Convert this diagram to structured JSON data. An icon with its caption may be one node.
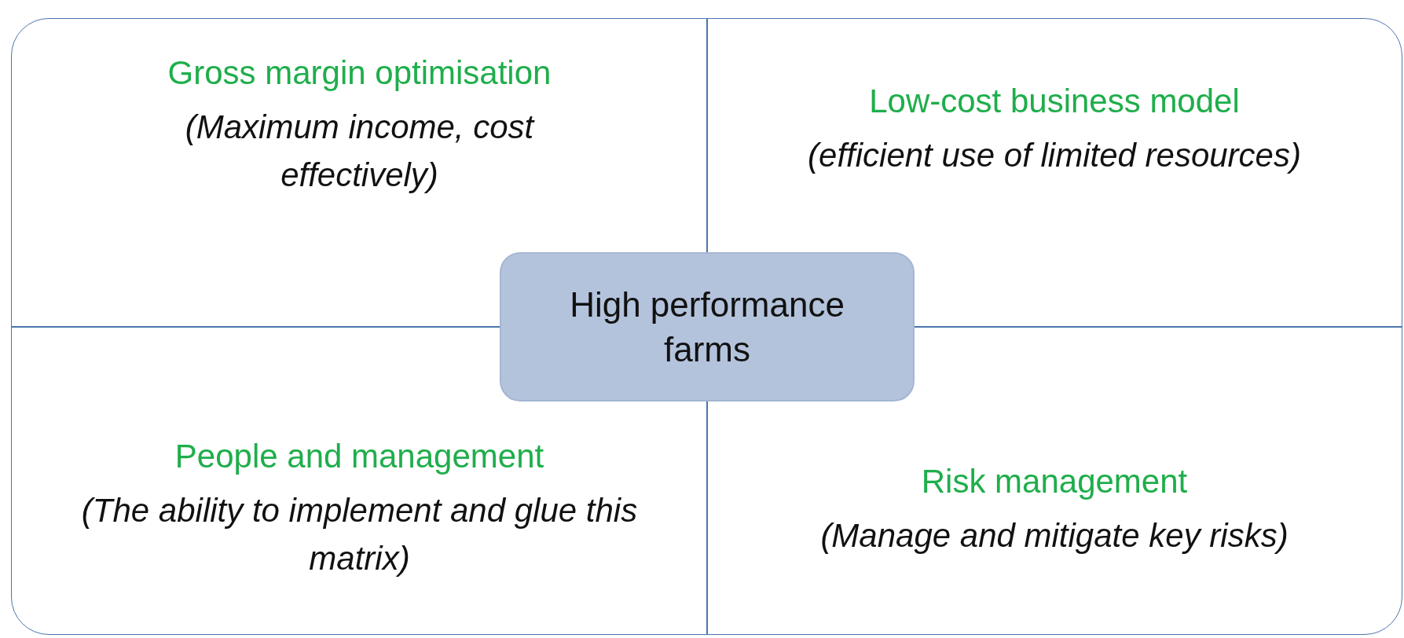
{
  "diagram": {
    "nodes": [
      {
        "text": [
          "Gross margin optimisation",
          "(Maximum income, cost effectively)"
        ]
      },
      {
        "text": [
          "Low-cost business model",
          "(efficient use of limited resources)"
        ]
      },
      {
        "text": [
          "People and management",
          "(The ability to implement and glue this matrix)"
        ]
      },
      {
        "text": [
          "Risk management",
          "(Manage and mitigate key risks)"
        ]
      },
      {
        "text": [
          "High performance farms"
        ]
      }
    ],
    "edges": []
  }
}
